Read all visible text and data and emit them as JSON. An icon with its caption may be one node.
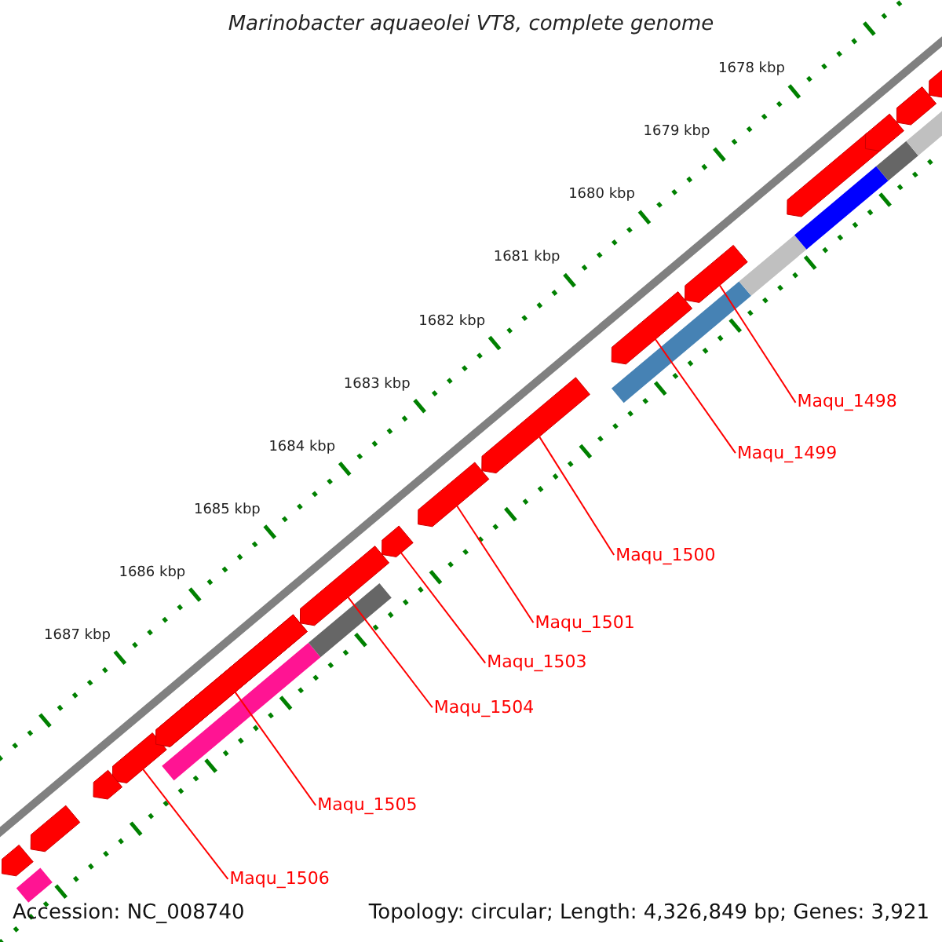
{
  "diagram": {
    "title": "Marinobacter aquaeolei VT8, complete genome",
    "nodes": [
      {
        "text": [
          "Maqu_1498"
        ]
      },
      {
        "text": [],
        "shape": "bar"
      },
      {
        "text": [
          "Maqu_1499"
        ]
      },
      {
        "text": [],
        "shape": "bar"
      },
      {
        "text": [
          "Maqu_1500"
        ]
      },
      {
        "text": [],
        "shape": "bar"
      },
      {
        "text": [
          "Maqu_1501"
        ]
      },
      {
        "text": [],
        "shape": "bar"
      },
      {
        "text": [
          "Maqu_1503"
        ]
      },
      {
        "text": [],
        "shape": "bar"
      },
      {
        "text": [
          "Maqu_1504"
        ]
      },
      {
        "text": [],
        "shape": "bar"
      },
      {
        "text": [
          "Maqu_1505"
        ]
      },
      {
        "text": [],
        "shape": "bar"
      },
      {
        "text": [
          "Maqu_1506"
        ]
      },
      {
        "text": [],
        "shape": "bar"
      },
      {
        "text": [],
        "shape": "bar"
      },
      {
        "text": [],
        "shape": "bar"
      },
      {
        "text": [],
        "shape": "bar"
      },
      {
        "text": [],
        "shape": "bar"
      },
      {
        "text": [],
        "shape": "bar"
      },
      {
        "text": [],
        "shape": "bar"
      },
      {
        "text": [],
        "shape": "bar"
      },
      {
        "text": [],
        "shape": "bar"
      },
      {
        "text": [],
        "shape": "bar"
      },
      {
        "text": [],
        "shape": "bar"
      },
      {
        "text": [],
        "shape": "bar"
      },
      {
        "text": [],
        "shape": "bar"
      },
      {
        "text": [],
        "shape": "bar"
      },
      {
        "text": [],
        "shape": "bar"
      },
      {
        "text": [],
        "shape": "bar"
      },
      {
        "text": [],
        "shape": "bar"
      }
    ],
    "edges": [
      {
        "from": 0,
        "to": 1,
        "arrow": "none"
      },
      {
        "from": 2,
        "to": 3,
        "arrow": "none"
      },
      {
        "from": 4,
        "to": 5,
        "arrow": "none"
      },
      {
        "from": 6,
        "to": 7,
        "arrow": "none"
      },
      {
        "from": 8,
        "to": 9,
        "arrow": "none"
      },
      {
        "from": 10,
        "to": 11,
        "arrow": "none"
      },
      {
        "from": 12,
        "to": 13,
        "arrow": "none"
      },
      {
        "from": 14,
        "to": 15,
        "arrow": "none"
      }
    ],
    "labels": [
      "1678 kbp",
      "1679 kbp",
      "1680 kbp",
      "1681 kbp",
      "1682 kbp",
      "1683 kbp",
      "1684 kbp",
      "1685 kbp",
      "1686 kbp",
      "1687 kbp",
      "Accession: NC_008740",
      "Topology: circular; Length: 4,326,849 bp; Genes: 3,921"
    ]
  }
}
